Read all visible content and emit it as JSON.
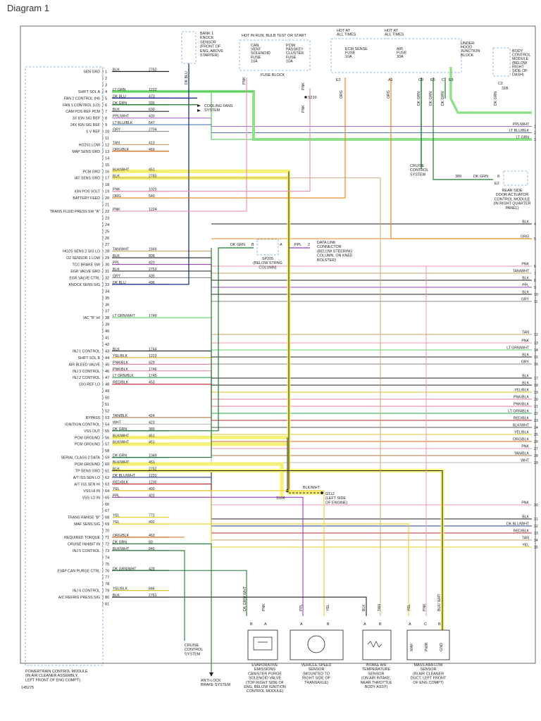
{
  "page_title": "Diagram 1",
  "figure_id": "145275",
  "pcm": {
    "title_lines": [
      "POWERTRAIN CONTROL MODULE",
      "(IN AIR CLEANER ASSEMBLY,",
      "LEFT FRONT OF ENG COMPT)"
    ],
    "pins": [
      {
        "n": "1",
        "signal": "SEN GRD",
        "color": "BLK",
        "circuit": "2762"
      },
      {
        "n": "2",
        "signal": "",
        "color": "",
        "circuit": ""
      },
      {
        "n": "3",
        "signal": "",
        "color": "",
        "circuit": ""
      },
      {
        "n": "4",
        "signal": "SHIFT SOL A",
        "color": "LT GRN",
        "circuit": "1222"
      },
      {
        "n": "5",
        "signal": "FAN 2 CONTROL (HI)",
        "color": "DK BLU",
        "circuit": "473"
      },
      {
        "n": "6",
        "signal": "FAN 1 CONTROL (LO)",
        "color": "DK GRN",
        "circuit": "335"
      },
      {
        "n": "7",
        "signal": "CAM POS REF PCM",
        "color": "BLK",
        "circuit": "630"
      },
      {
        "n": "8",
        "signal": "3X IGN SIG REF",
        "color": "PPL/WHT",
        "circuit": "430"
      },
      {
        "n": "9",
        "signal": "24X IGN SIG REF",
        "color": "LT BLU/BLK",
        "circuit": "647"
      },
      {
        "n": "10",
        "signal": "5 V REF",
        "color": "GRY",
        "circuit": "2704"
      },
      {
        "n": "11",
        "signal": "",
        "color": "",
        "circuit": ""
      },
      {
        "n": "12",
        "signal": "HO2S1 LOW",
        "color": "TAN",
        "circuit": "413"
      },
      {
        "n": "13",
        "signal": "MAP SENS GRD",
        "color": "ORG/BLK",
        "circuit": "469"
      },
      {
        "n": "14",
        "signal": "",
        "color": "",
        "circuit": ""
      },
      {
        "n": "15",
        "signal": "",
        "color": "",
        "circuit": ""
      },
      {
        "n": "16",
        "signal": "PCM GRD",
        "color": "BLK/WHT",
        "circuit": "451"
      },
      {
        "n": "17",
        "signal": "IAT SENS GRD",
        "color": "BLK",
        "circuit": "2760"
      },
      {
        "n": "18",
        "signal": "",
        "color": "",
        "circuit": ""
      },
      {
        "n": "19",
        "signal": "IGN POS VOLT",
        "color": "PNK",
        "circuit": "1020"
      },
      {
        "n": "20",
        "signal": "BATTERY FEED",
        "color": "ORG",
        "circuit": "540"
      },
      {
        "n": "21",
        "signal": "",
        "color": "",
        "circuit": ""
      },
      {
        "n": "22",
        "signal": "TRANS FLUID PRESS SW \"A\"",
        "color": "PNK",
        "circuit": "1224"
      },
      {
        "n": "23",
        "signal": "",
        "color": "",
        "circuit": ""
      },
      {
        "n": "24",
        "signal": "",
        "color": "",
        "circuit": ""
      },
      {
        "n": "25",
        "signal": "",
        "color": "",
        "circuit": ""
      },
      {
        "n": "26",
        "signal": "",
        "color": "",
        "circuit": ""
      },
      {
        "n": "27",
        "signal": "",
        "color": "",
        "circuit": ""
      },
      {
        "n": "28",
        "signal": "HO2S SENS 2 SIG LO",
        "color": "TAN/WHT",
        "circuit": "1669"
      },
      {
        "n": "29",
        "signal": "O2 SENSOR 1 LOW",
        "color": "BLK",
        "circuit": "808"
      },
      {
        "n": "30",
        "signal": "TCC BRAKE SW",
        "color": "PPL",
        "circuit": "420"
      },
      {
        "n": "31",
        "signal": "EGR VALVE GRD",
        "color": "BLK",
        "circuit": "2753"
      },
      {
        "n": "32",
        "signal": "EGR VALVE CTRL",
        "color": "GRY",
        "circuit": "435"
      },
      {
        "n": "33",
        "signal": "KNOCK SENS SIG",
        "color": "DK BLU",
        "circuit": "496"
      },
      {
        "n": "34",
        "signal": "",
        "color": "",
        "circuit": ""
      },
      {
        "n": "35",
        "signal": "",
        "color": "",
        "circuit": ""
      },
      {
        "n": "36",
        "signal": "",
        "color": "",
        "circuit": ""
      },
      {
        "n": "37",
        "signal": "",
        "color": "",
        "circuit": ""
      },
      {
        "n": "38",
        "signal": "IAC \"B\" HI",
        "color": "LT GRN/WHT",
        "circuit": "1749"
      },
      {
        "n": "39",
        "signal": "",
        "color": "",
        "circuit": ""
      },
      {
        "n": "40",
        "signal": "",
        "color": "",
        "circuit": ""
      },
      {
        "n": "41",
        "signal": "",
        "color": "",
        "circuit": ""
      },
      {
        "n": "42",
        "signal": "",
        "color": "",
        "circuit": ""
      },
      {
        "n": "43",
        "signal": "INJ 1 CONTROL",
        "color": "BLK",
        "circuit": "1744"
      },
      {
        "n": "44",
        "signal": "SHIFT SOL B",
        "color": "YEL/BLK",
        "circuit": "1223"
      },
      {
        "n": "45",
        "signal": "AIR BLEED VALVE",
        "color": "PNK/BLK",
        "circuit": "429"
      },
      {
        "n": "46",
        "signal": "INJ 3 CONTROL",
        "color": "PNK/BLK",
        "circuit": "1746"
      },
      {
        "n": "47",
        "signal": "INJ 2 CONTROL",
        "color": "LT GRN/BLK",
        "circuit": "1745"
      },
      {
        "n": "48",
        "signal": "(3X) REF LO",
        "color": "RED/BLK",
        "circuit": "453"
      },
      {
        "n": "49",
        "signal": "",
        "color": "",
        "circuit": ""
      },
      {
        "n": "50",
        "signal": "",
        "color": "",
        "circuit": ""
      },
      {
        "n": "51",
        "signal": "",
        "color": "",
        "circuit": ""
      },
      {
        "n": "52",
        "signal": "",
        "color": "",
        "circuit": ""
      },
      {
        "n": "53",
        "signal": "BYPASS",
        "color": "TAN/BLK",
        "circuit": "424"
      },
      {
        "n": "54",
        "signal": "IGNITION CONTROL",
        "color": "WHT",
        "circuit": "423"
      },
      {
        "n": "55",
        "signal": "VSS OUT",
        "color": "DK GRN",
        "circuit": "389"
      },
      {
        "n": "56",
        "signal": "PCM GROUND",
        "color": "BLK/WHT",
        "circuit": "451"
      },
      {
        "n": "57",
        "signal": "PCM GROUND",
        "color": "BLK/WHT",
        "circuit": "451"
      },
      {
        "n": "58",
        "signal": "",
        "color": "",
        "circuit": ""
      },
      {
        "n": "59",
        "signal": "SERIAL CLASS 2 DATA",
        "color": "DK GRN",
        "circuit": "1049"
      },
      {
        "n": "60",
        "signal": "PCM GROUND",
        "color": "BLK/WHT",
        "circuit": "451"
      },
      {
        "n": "61",
        "signal": "TP SENS GRD",
        "color": "BLK",
        "circuit": "2752"
      },
      {
        "n": "62",
        "signal": "A/T ISS SEN LO",
        "color": "DK BLU/WHT",
        "circuit": "1231"
      },
      {
        "n": "63",
        "signal": "A/T ISS SEN HI",
        "color": "RED/BLK",
        "circuit": "1230"
      },
      {
        "n": "64",
        "signal": "VSS HI IN",
        "color": "YEL",
        "circuit": "400"
      },
      {
        "n": "65",
        "signal": "VSS LO IN",
        "color": "PPL",
        "circuit": "401"
      },
      {
        "n": "66",
        "signal": "",
        "color": "",
        "circuit": ""
      },
      {
        "n": "67",
        "signal": "",
        "color": "",
        "circuit": ""
      },
      {
        "n": "68",
        "signal": "TRANS RANGE \"B\"",
        "color": "YEL",
        "circuit": "772"
      },
      {
        "n": "69",
        "signal": "MAF SENS SIG",
        "color": "YEL",
        "circuit": "492"
      },
      {
        "n": "70",
        "signal": "",
        "color": "",
        "circuit": ""
      },
      {
        "n": "71",
        "signal": "REQUIRED TORQUE",
        "color": "ORG/BLK",
        "circuit": "463"
      },
      {
        "n": "72",
        "signal": "CRUISE INHIBIT IN",
        "color": "DK GRN",
        "circuit": "83"
      },
      {
        "n": "73",
        "signal": "INJ 5 CONTROL",
        "color": "BLK/WHT",
        "circuit": "845"
      },
      {
        "n": "74",
        "signal": "",
        "color": "",
        "circuit": ""
      },
      {
        "n": "75",
        "signal": "",
        "color": "",
        "circuit": ""
      },
      {
        "n": "76",
        "signal": "EVAP CAN PURGE CTRL",
        "color": "DK GRN/WHT",
        "circuit": "428"
      },
      {
        "n": "77",
        "signal": "",
        "color": "",
        "circuit": ""
      },
      {
        "n": "78",
        "signal": "",
        "color": "",
        "circuit": ""
      },
      {
        "n": "79",
        "signal": "INJ 6 CONTROL",
        "color": "YEL/BLK",
        "circuit": "846"
      },
      {
        "n": "80",
        "signal": "A/C REFRIG PRESS SIG",
        "color": "BLK",
        "circuit": "2751"
      },
      {
        "n": "81",
        "signal": "",
        "color": "",
        "circuit": ""
      }
    ]
  },
  "right_rail": [
    {
      "n": "1",
      "color": "PPL/WHT"
    },
    {
      "n": "2",
      "color": "LT BLU/BLK"
    },
    {
      "n": "3",
      "color": "LT GRN"
    },
    {
      "n": "4",
      "color": "BLK"
    },
    {
      "n": "5",
      "color": "ORG"
    },
    {
      "n": "6",
      "color": "PNK"
    },
    {
      "n": "7",
      "color": "TAN/WHT"
    },
    {
      "n": "8",
      "color": "BLK"
    },
    {
      "n": "9",
      "color": "PPL"
    },
    {
      "n": "10",
      "color": "BLK"
    },
    {
      "n": "11",
      "color": "GRY"
    },
    {
      "n": "12",
      "color": "TAN"
    },
    {
      "n": "13",
      "color": "PNK"
    },
    {
      "n": "14",
      "color": "LT GRN/WHT"
    },
    {
      "n": "15",
      "color": "BLK"
    },
    {
      "n": "16",
      "color": "GRY"
    },
    {
      "n": "17",
      "color": "BLK"
    },
    {
      "n": "18",
      "color": "BLK"
    },
    {
      "n": "19",
      "color": "YEL/BLK"
    },
    {
      "n": "20",
      "color": "PNK/BLK"
    },
    {
      "n": "21",
      "color": "PNK/BLK"
    },
    {
      "n": "22",
      "color": "LT GRN/BLK"
    },
    {
      "n": "23",
      "color": "RED/BLK"
    },
    {
      "n": "24",
      "color": "BLK/WHT"
    },
    {
      "n": "25",
      "color": "YEL/BLK"
    },
    {
      "n": "26",
      "color": "ORG/BLK"
    },
    {
      "n": "27",
      "color": "PNK"
    },
    {
      "n": "28",
      "color": "TAN/BLK"
    },
    {
      "n": "29",
      "color": "WHT"
    },
    {
      "n": "30",
      "color": "PNK"
    },
    {
      "n": "31",
      "color": "BLK"
    },
    {
      "n": "32",
      "color": "DK BLU/WHT"
    },
    {
      "n": "33",
      "color": "RED/BLK"
    },
    {
      "n": "34",
      "color": "TAN"
    },
    {
      "n": "35",
      "color": "YEL"
    }
  ],
  "top": {
    "knock_sensor": [
      "BANK 1",
      "KNOCK",
      "SENSOR",
      "(FRONT OF",
      "ENG, ABOVE",
      "STARTER)"
    ],
    "hot_run": "HOT IN RUN, BULB TEST OR START",
    "can_vent_fuse": [
      "CAN",
      "VENT",
      "SOLENOID",
      "FUSE",
      "10A"
    ],
    "pcm_cluster_fuse": [
      "PCM/",
      "PASSKEY",
      "CLUSTER",
      "FUSE",
      "10A"
    ],
    "fuse_block": "FUSE BLOCK",
    "hot_all_1": [
      "HOT AT",
      "ALL TIMES"
    ],
    "hot_all_2": [
      "HOT AT",
      "ALL TIMES"
    ],
    "ecm_sense_fuse": [
      "ECM SENSE",
      "FUSE",
      "10A"
    ],
    "air_fuse": [
      "AIR",
      "FUSE",
      "30A"
    ],
    "underhood": [
      "UNDER-",
      "HOOD",
      "JUNCTION",
      "BLOCK"
    ],
    "bcm": [
      "BODY",
      "CONTROL",
      "MODULE",
      "(BELOW",
      "RIGHT",
      "SIDE OF",
      "DASH)"
    ],
    "s210": "S210",
    "conn_e2": "E2",
    "conn_a1": "A1",
    "conn_c8": "C8",
    "conn_e6": "E6",
    "conn_c": "C",
    "conn_e9": "E9",
    "conn_c2": "C2",
    "conn_31b": "31B",
    "knock_wire": "DK BLU",
    "fuse_wire_1": "PNK",
    "fuse_wire_2": "PNK",
    "fuse_wire_3": "PNK",
    "ecm_wire": "ORG",
    "air_wire": "ORG",
    "cruise_wire_1": "DK GRN",
    "cruise_wire_2": "DK GRN",
    "cruise_wire_3": "DK GRN",
    "bcm_wire": "DK GRN"
  },
  "mid": {
    "cooling_fans": [
      "COOLING FANS",
      "SYSTEM"
    ],
    "cruise_system": [
      "CRUISE",
      "CONTROL",
      "SYSTEM"
    ],
    "rear_door_circuit": "389",
    "rear_door_color": "DK GRN",
    "rear_door_pin": "8",
    "rear_door_conn": "E2",
    "rear_door": [
      "REAR SIDE",
      "DOOR ACTUATOR",
      "CONTROL MODULE",
      "(IN RIGHT QUARTER",
      "PANEL)"
    ],
    "sp205_color": "DK GRN",
    "sp205_b": "B",
    "sp205_a": "A",
    "sp205": [
      "SP205",
      "(BELOW STRNG",
      "COLUMN)"
    ],
    "dlc_color": "PPL",
    "dlc_pin": "2",
    "dlc": [
      "DATA LINK",
      "CONNECTOR",
      "(BELOW STEERING",
      "COLUMN, ON KNEE",
      "BOLSTER)"
    ],
    "ground_color": "BLK/WHT",
    "g112": [
      "G112",
      "(LEFT SIDE",
      "OF ENGINE)"
    ],
    "s106": "S106"
  },
  "bottom": {
    "cruise2": [
      "CRUISE",
      "CONTROL",
      "SYSTEM"
    ],
    "abs": [
      "ANTI-LOCK",
      "BRAKE SYSTEM"
    ],
    "evap_wires": [
      "DK GRN/ WHT",
      "PNK"
    ],
    "evap_pins": [
      "B",
      "A"
    ],
    "evap": [
      "EVAPORATIVE",
      "EMISSIONS",
      "CANISTER PURGE",
      "SOLENOID VALVE",
      "(TOP RIGHT SIDE OF",
      "ENG, BELOW IGNITION",
      "CONTROL MODULE)"
    ],
    "vss_wires": [
      "PPL",
      "YEL"
    ],
    "vss_pins": [
      "A",
      "B"
    ],
    "vss": [
      "VEHICLE SPEED",
      "SENSOR",
      "(MOUNTED TO",
      "RIGHT SIDE OF",
      "TRANSAXLE)"
    ],
    "iat_wires": [
      "BLK",
      "TAN"
    ],
    "iat_pins": [
      "A",
      "B"
    ],
    "iat": [
      "INTAKE AIR",
      "TEMPERATURE",
      "SENSOR",
      "(ON AIR INTAKE,",
      "NEAR THROTTLE",
      "BODY ASSY)"
    ],
    "maf_wires": [
      "YEL",
      "PNK",
      "BLK/ WHT"
    ],
    "maf_pins": [
      "A",
      "C",
      "B"
    ],
    "maf_terms": [
      "MAF",
      "PWR",
      "GND"
    ],
    "maf": [
      "MASS AIRFLOW",
      "SENSOR",
      "(IN AIR CLEANER",
      "DUCT, LEFT FRONT",
      "OF ENG COMPT)"
    ]
  },
  "colors": {
    "yellow_highlight": "#f4f06a",
    "green_highlight": "#8fe08a",
    "dashed_blue": "#7aa7d6"
  }
}
